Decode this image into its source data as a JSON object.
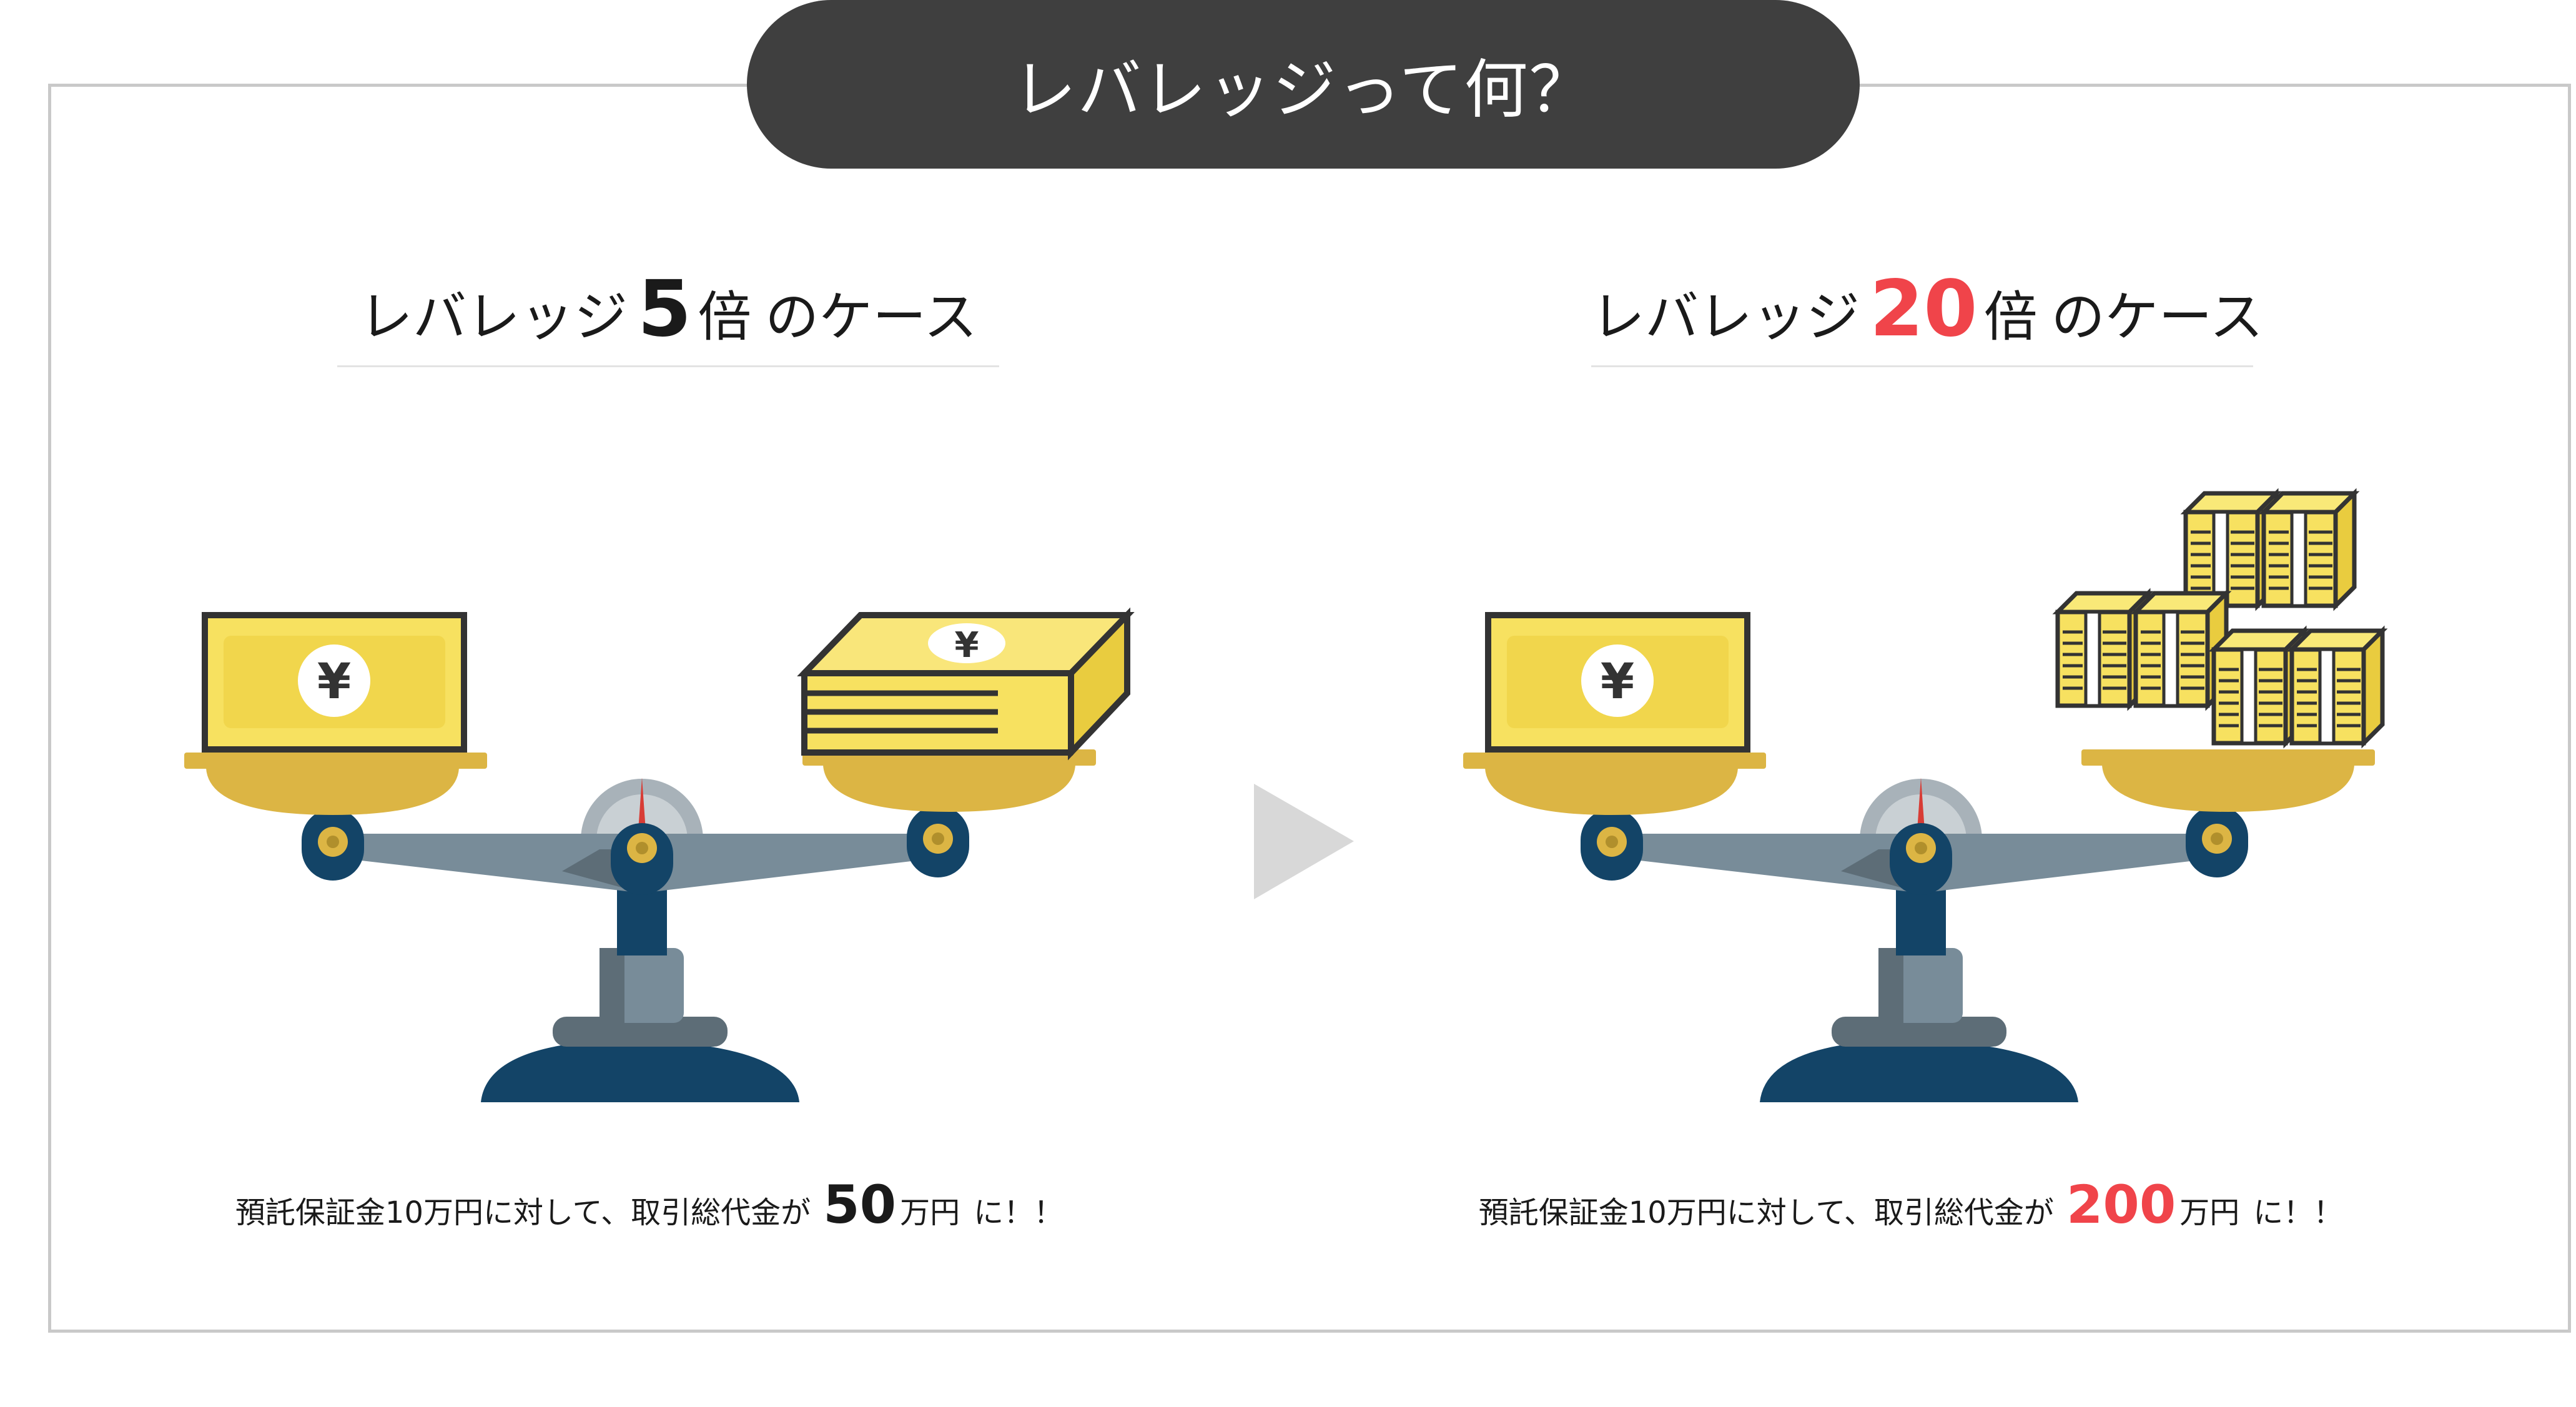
{
  "title": "レバレッジって何？",
  "left": {
    "heading_prefix": "レバレッジ",
    "heading_number": "5",
    "heading_unit": "倍",
    "heading_suffix": "のケース",
    "caption_prefix": "預託保証金10万円に対して、取引総代金が",
    "caption_number": "50",
    "caption_unit": "万円",
    "caption_suffix": "に！！"
  },
  "right": {
    "heading_prefix": "レバレッジ",
    "heading_number": "20",
    "heading_unit": "倍",
    "heading_suffix": "のケース",
    "caption_prefix": "預託保証金10万円に対して、取引総代金が",
    "caption_number": "200",
    "caption_unit": "万円",
    "caption_suffix": "に！！"
  },
  "currency_symbol": "¥",
  "colors": {
    "accent_red": "#f0444a",
    "pill_dark": "#3f3f3f",
    "money_yellow": "#f7e160",
    "pan_gold": "#dcb544",
    "scale_navy": "#134467",
    "beam_gray": "#788c99"
  },
  "icons": [
    "scale-icon",
    "banknote-icon",
    "money-stack-icon",
    "money-bundles-icon",
    "arrow-right-icon"
  ]
}
